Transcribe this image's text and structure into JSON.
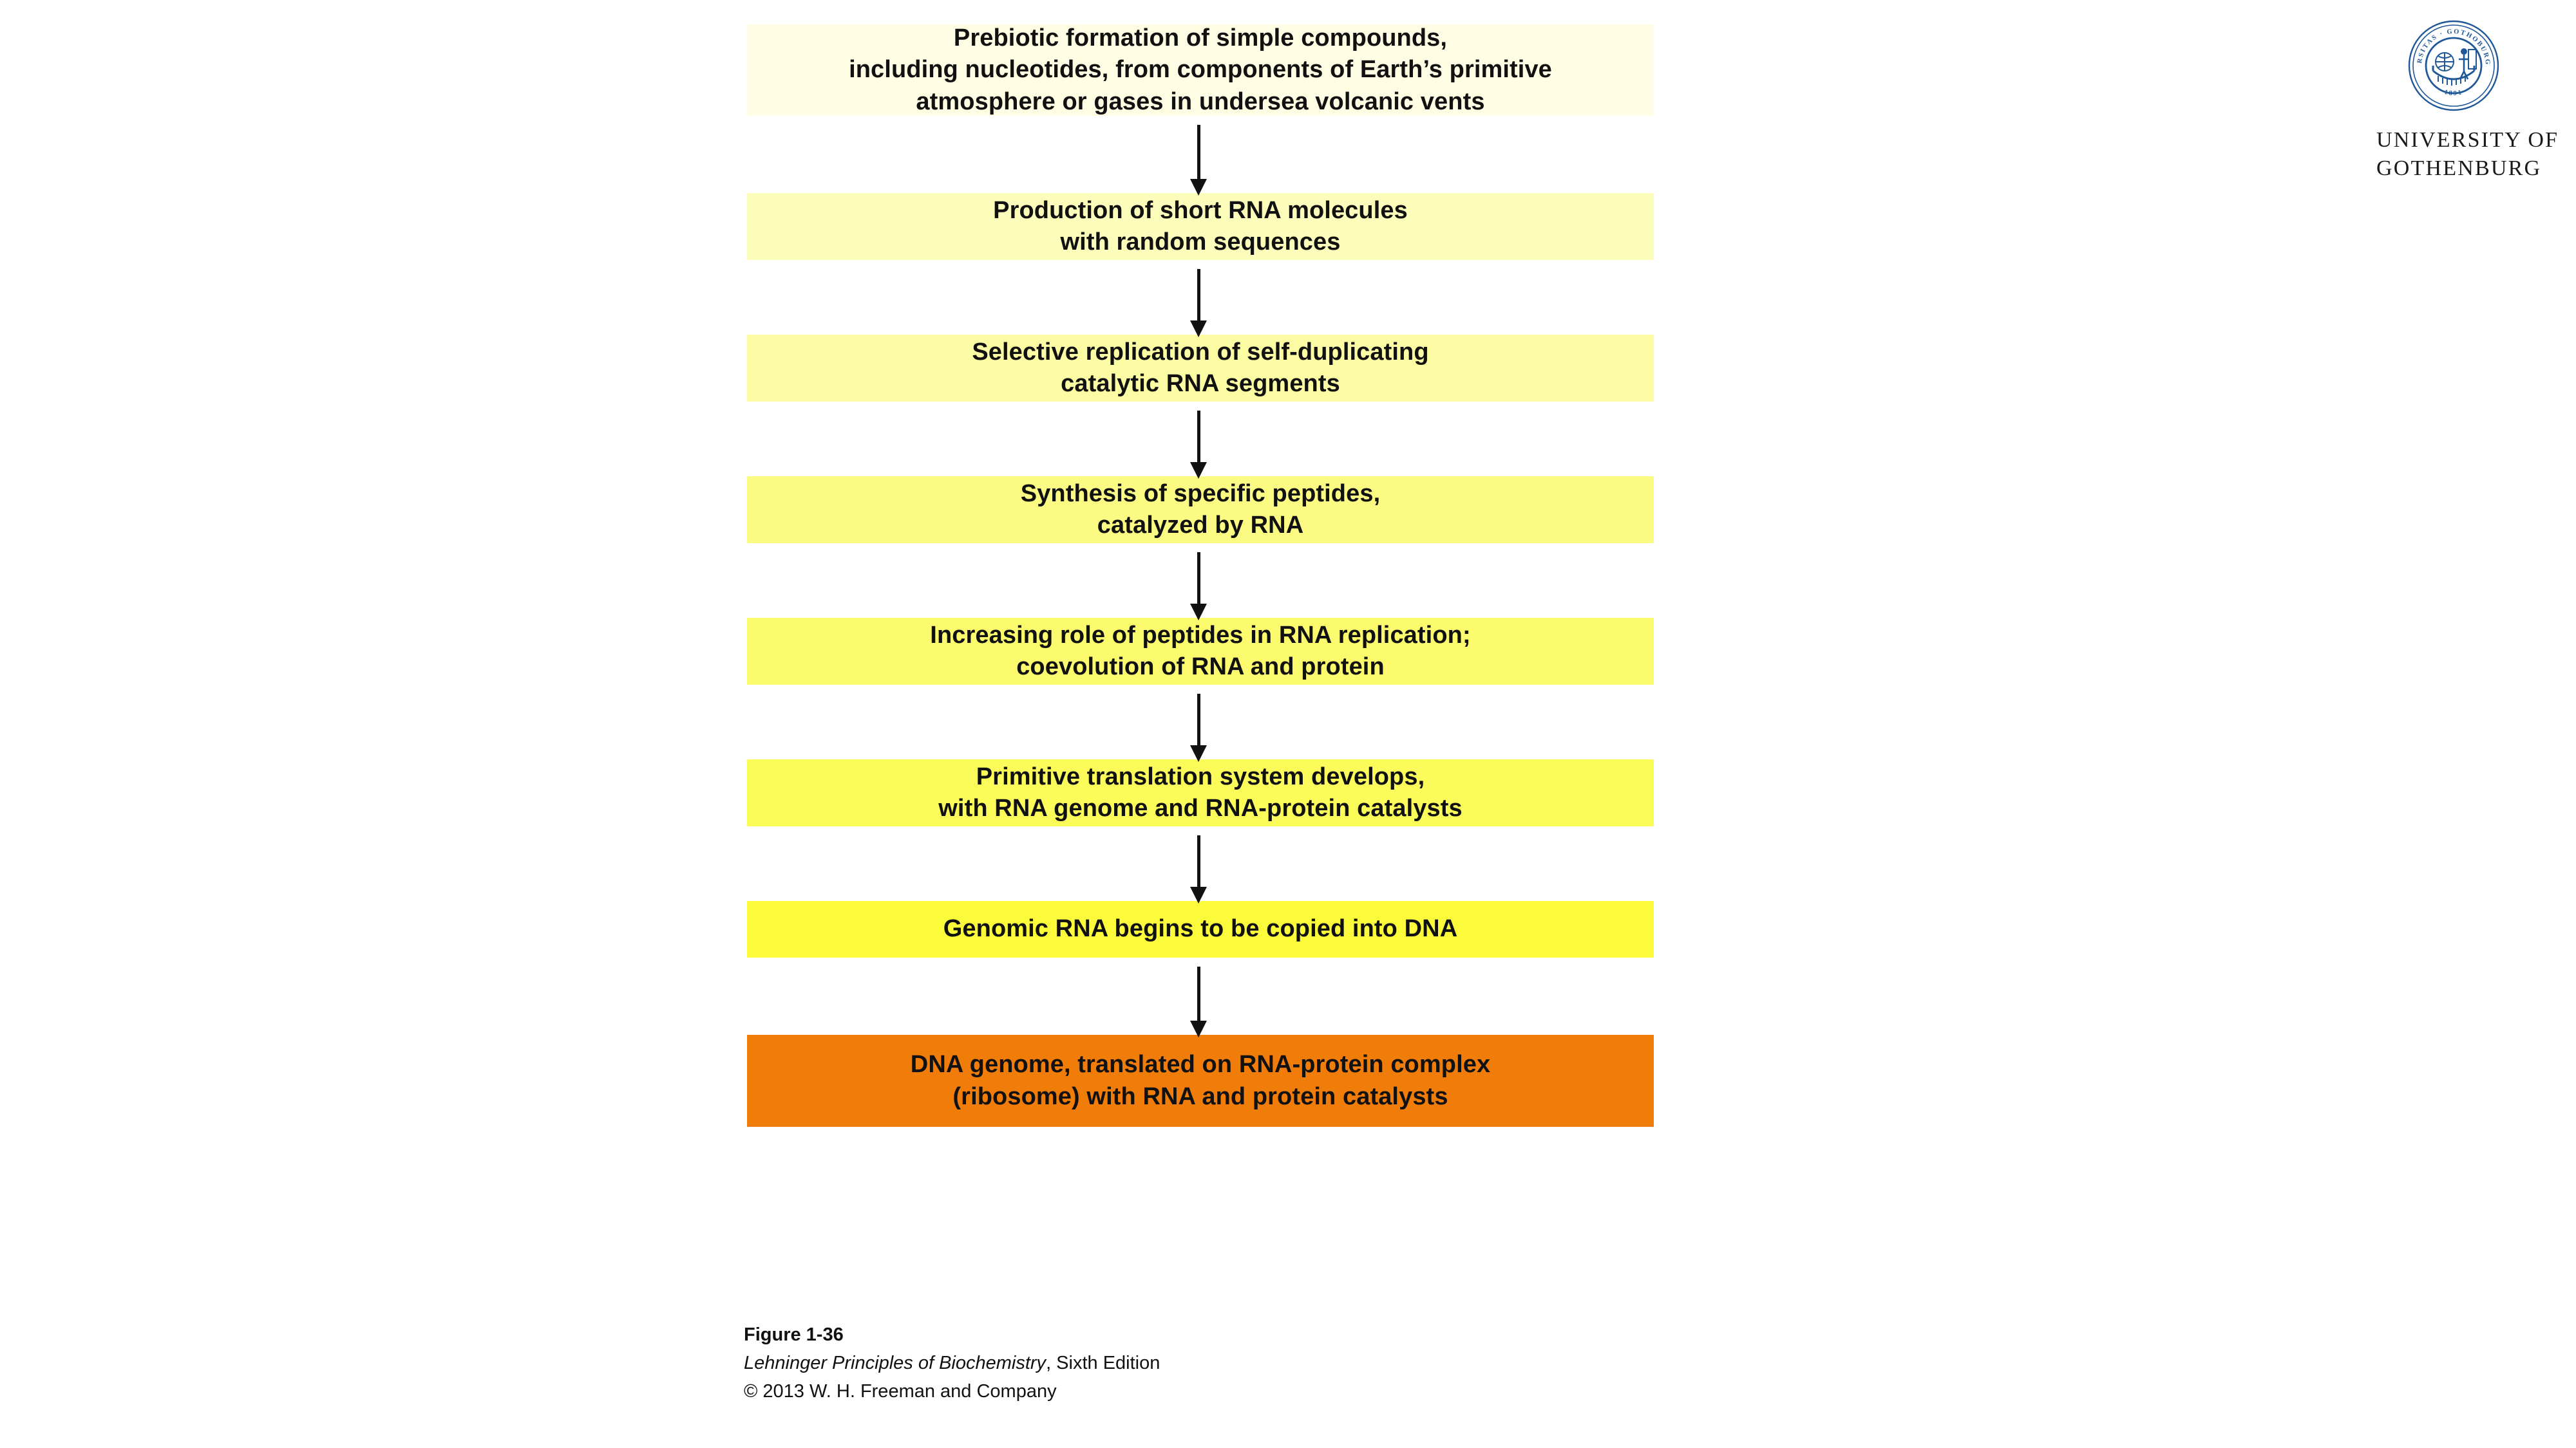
{
  "figure": {
    "background_color": "#ffffff",
    "arrow_color": "#111111",
    "text_color": "#111111"
  },
  "logo": {
    "seal_color": "#1f5799",
    "seal_outer_text": "UNIVERSITAS · GOTHOBURGENSIS ·",
    "seal_year": "1891",
    "wordmark_line1": "UNIVERSITY OF",
    "wordmark_line2": "GOTHENBURG"
  },
  "flow": {
    "steps": [
      {
        "id": "prebiotic-formation",
        "color": "#fffde3",
        "lines": [
          "Prebiotic formation of simple compounds,",
          "including nucleotides, from components of Earth’s primitive",
          "atmosphere or gases in undersea volcanic vents"
        ]
      },
      {
        "id": "short-rna-production",
        "color": "#fdfdbb",
        "lines": [
          "Production of short RNA molecules",
          "with random sequences"
        ]
      },
      {
        "id": "selective-replication",
        "color": "#fcfca4",
        "lines": [
          "Selective replication of self-duplicating",
          "catalytic RNA segments"
        ]
      },
      {
        "id": "peptide-synthesis",
        "color": "#fbfb84",
        "lines": [
          "Synthesis of specific peptides,",
          "catalyzed by RNA"
        ]
      },
      {
        "id": "rna-protein-coevolution",
        "color": "#fbfb6d",
        "lines": [
          "Increasing role of peptides in RNA replication;",
          "coevolution of RNA and protein"
        ]
      },
      {
        "id": "primitive-translation",
        "color": "#fbfb5a",
        "lines": [
          "Primitive translation system develops,",
          "with RNA genome and RNA-protein catalysts"
        ]
      },
      {
        "id": "rna-copied-to-dna",
        "color": "#fbfb3c",
        "lines": [
          "Genomic RNA begins to be copied into DNA"
        ]
      },
      {
        "id": "dna-genome-ribosome",
        "color": "#f07c0a",
        "lines": [
          "DNA genome, translated on RNA-protein complex",
          "(ribosome) with RNA and protein catalysts"
        ]
      }
    ]
  },
  "caption": {
    "figure_number": "Figure 1-36",
    "book_title": "Lehninger Principles of Biochemistry",
    "book_edition": ", Sixth Edition",
    "copyright": "© 2013 W. H. Freeman and Company"
  }
}
